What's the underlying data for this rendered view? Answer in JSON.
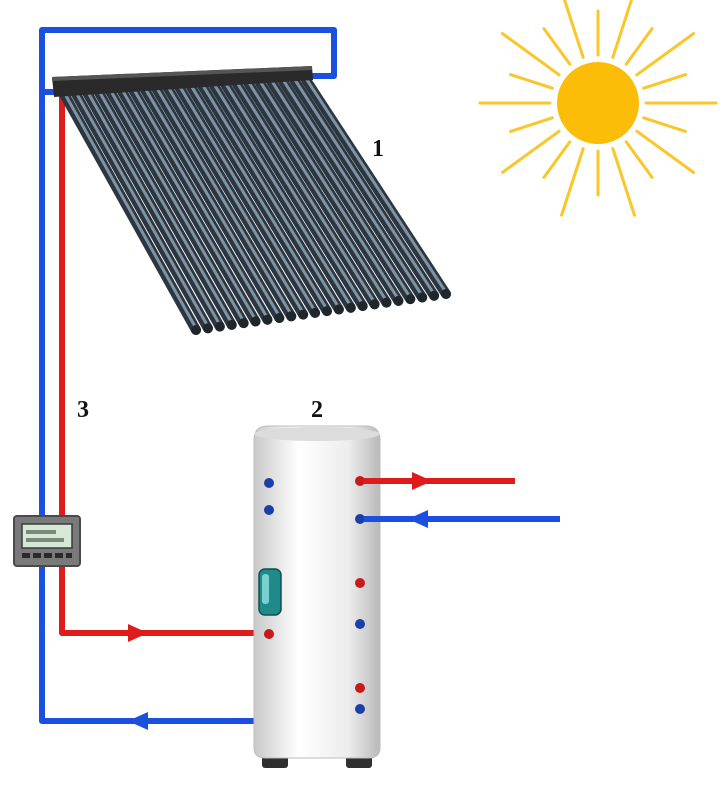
{
  "labels": {
    "collector": "1",
    "tank": "2",
    "pipes": "3"
  },
  "colors": {
    "hot_pipe": "#e01b1b",
    "cold_pipe": "#1a4fe0",
    "sun": "#fbbd08",
    "sun_rays": "#fbc62a",
    "collector_frame": "#2a2a2a",
    "collector_tube": "#40505e",
    "tank_body": "#f2f2f2",
    "controller_body": "#7a7a7a",
    "controller_screen": "#c8e0c8"
  },
  "icons": {
    "sun": "sun-icon",
    "collector": "solar-collector",
    "tank": "water-heater-tank",
    "controller": "controller-unit"
  },
  "collector": {
    "tube_count": 22
  }
}
